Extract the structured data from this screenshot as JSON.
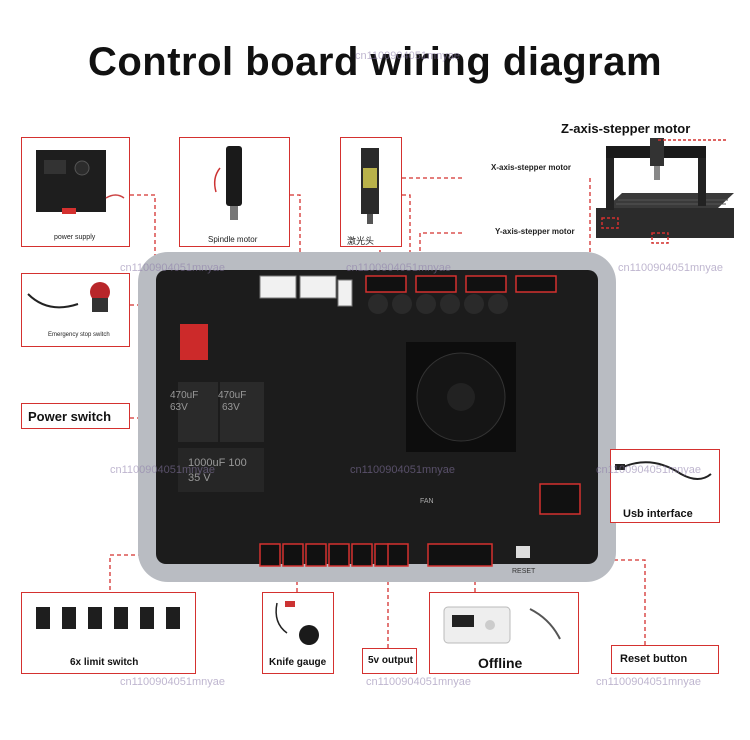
{
  "title": "Control board wiring diagram",
  "labels": {
    "z_motor": "Z-axis-stepper motor",
    "x_motor": "X-axis-stepper motor",
    "y_motor": "Y-axis-stepper motor",
    "power_supply": "power supply",
    "spindle": "Spindle motor",
    "laser": "激光头",
    "estop": "Emergency stop switch",
    "power_switch": "Power switch",
    "usb": "Usb interface",
    "limit": "6x limit switch",
    "knife": "Knife gauge",
    "fivev": "5v output",
    "offline": "Offline",
    "reset_button": "Reset button"
  },
  "board": {
    "cap1": "470uF",
    "cap1_v": "63V",
    "cap2": "470uF",
    "cap2_v": "63V",
    "cap3": "1000uF 100",
    "cap3_v": "35 V",
    "reset": "RESET",
    "fan": "FAN"
  },
  "watermark": "cn1100904051mnyae",
  "colors": {
    "accent": "#d4312f",
    "board": "#1c1c1c",
    "case": "#b9bcc2"
  }
}
